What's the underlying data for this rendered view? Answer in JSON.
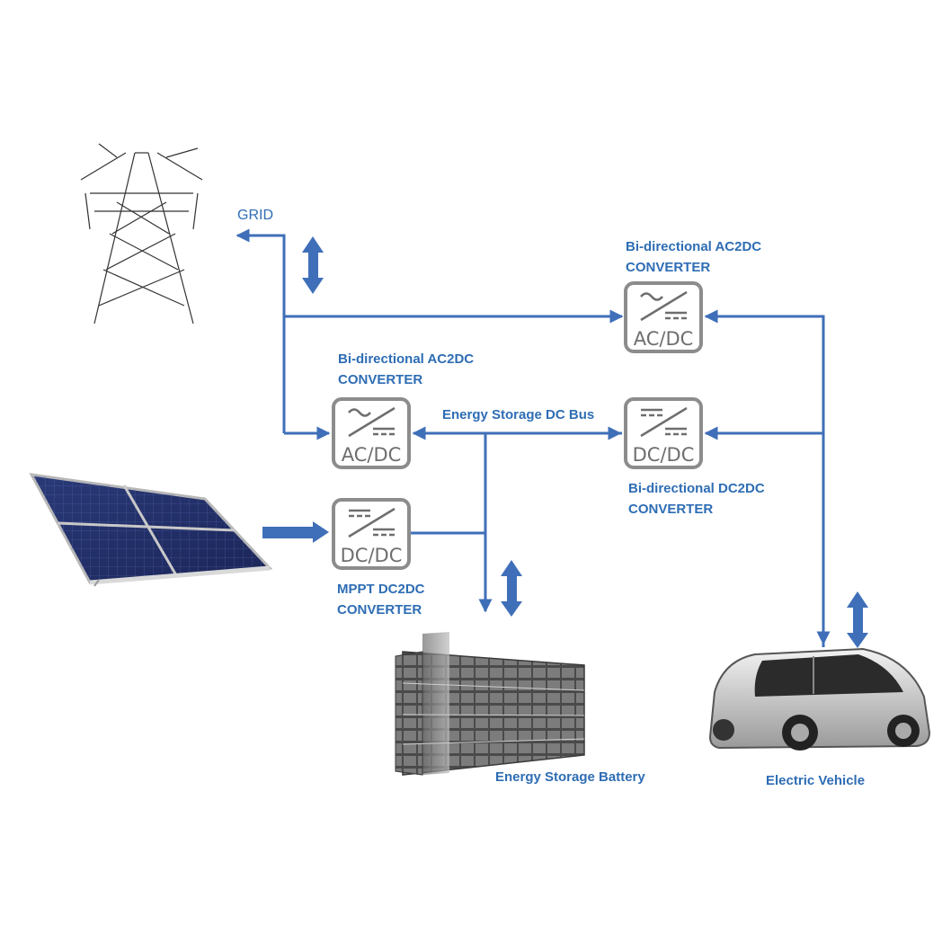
{
  "labels": {
    "grid": "GRID",
    "ac2dc_top_line1": "Bi-directional AC2DC",
    "ac2dc_top_line2": "CONVERTER",
    "ac2dc_mid_line1": "Bi-directional AC2DC",
    "ac2dc_mid_line2": "CONVERTER",
    "dc_bus": "Energy Storage DC Bus",
    "dc2dc_line1": "Bi-directional DC2DC",
    "dc2dc_line2": "CONVERTER",
    "mppt_line1": "MPPT DC2DC",
    "mppt_line2": "CONVERTER",
    "battery": "Energy Storage Battery",
    "vehicle": "Electric Vehicle"
  },
  "converters": {
    "ac2dc_top": "AC/DC",
    "ac2dc_mid": "AC/DC",
    "dc2dc": "DC/DC",
    "mppt": "DC/DC"
  },
  "colors": {
    "line": "#3f6fb8",
    "label": "#2e6db4",
    "converter_border": "#8c8c8c"
  }
}
